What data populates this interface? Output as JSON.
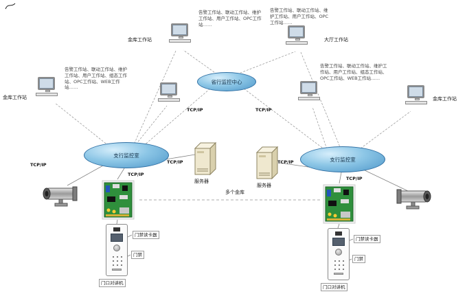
{
  "networks": {
    "center": "省行监控中心",
    "left": "支行监控室",
    "right": "支行监控室"
  },
  "labels": {
    "ws_top_left": "金库工作站",
    "ws_top_right": "大厅工作站",
    "ws_mid_left": "金库工作站",
    "ws_mid_right": "金库工作站",
    "server_left": "服务器",
    "server_right": "服务器",
    "tcpip": "TCP/IP",
    "vault_note": "多个金库"
  },
  "annotations": {
    "top_left": "告警工作站、联动工作站、维护工作站、用户工作站、OPC工作站……",
    "top_right": "告警工作站、联动工作站、维护工作站、用户工作站、OPC工作站……",
    "mid_left": "告警工作站、联动工作站、维护工作站、用户工作站、组态工作站、OPC工作站、WEB工作站……",
    "mid_right": "告警工作站、联动工作站、维护工作站、用户工作站、组态工作站、OPC工作站、WEB工作站……"
  },
  "access_labels": {
    "left": {
      "reader": "门禁读卡器",
      "door": "门禁",
      "intercom": "门口对讲机"
    },
    "right": {
      "reader": "门禁读卡器",
      "door": "门禁",
      "intercom": "门口对讲机"
    }
  },
  "colors": {
    "network_fill": "#6fb7e0",
    "board_green": "#2f8f3c",
    "server_beige": "#efe8cf"
  }
}
